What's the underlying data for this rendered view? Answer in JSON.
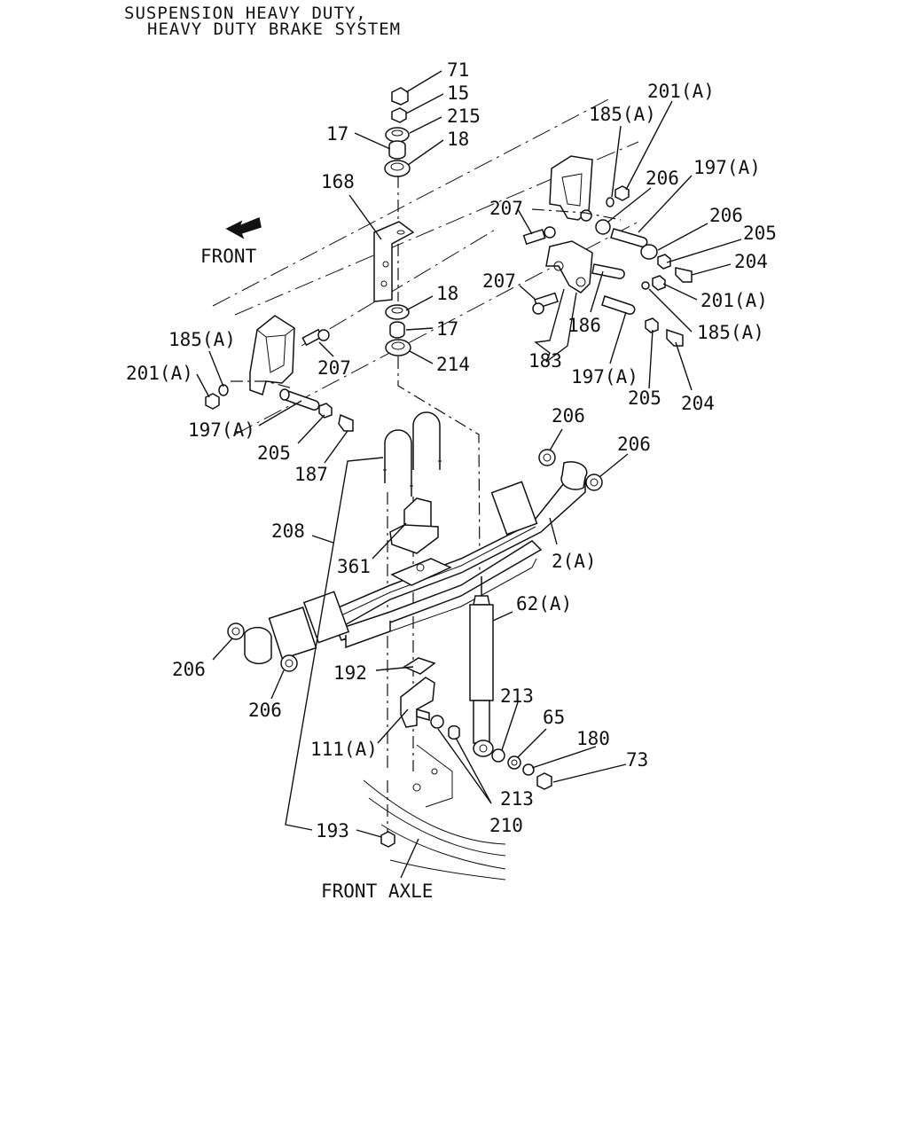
{
  "title": {
    "line1": "SUSPENSION HEAVY DUTY,",
    "line2": "HEAVY DUTY BRAKE SYSTEM"
  },
  "direction_label": "FRONT",
  "axle_label": "FRONT AXLE",
  "callouts": {
    "c71": "71",
    "c15": "15",
    "c215": "215",
    "c17_top": "17",
    "c18_top": "18",
    "c168": "168",
    "c18_mid": "18",
    "c17_mid": "17",
    "c214": "214",
    "c201a_tr": "201(A)",
    "c185a_tr": "185(A)",
    "c206_tr1": "206",
    "c197a_tr": "197(A)",
    "c207_tr": "207",
    "c206_tr2": "206",
    "c205_tr": "205",
    "c204_tr": "204",
    "c207_r2": "207",
    "c201a_r2": "201(A)",
    "c186": "186",
    "c185a_r2": "185(A)",
    "c183": "183",
    "c197a_r2": "197(A)",
    "c205_r2": "205",
    "c204_r2": "204",
    "c185a_l": "185(A)",
    "c201a_l": "201(A)",
    "c207_l": "207",
    "c197a_l": "197(A)",
    "c205_l": "205",
    "c187": "187",
    "c206_sr1": "206",
    "c206_sr2": "206",
    "c208": "208",
    "c2a": "2(A)",
    "c361": "361",
    "c62a": "62(A)",
    "c206_sl1": "206",
    "c192": "192",
    "c206_sl2": "206",
    "c213_top": "213",
    "c65": "65",
    "c180": "180",
    "c73": "73",
    "c111a": "111(A)",
    "c213_bot": "213",
    "c210": "210",
    "c193": "193"
  }
}
